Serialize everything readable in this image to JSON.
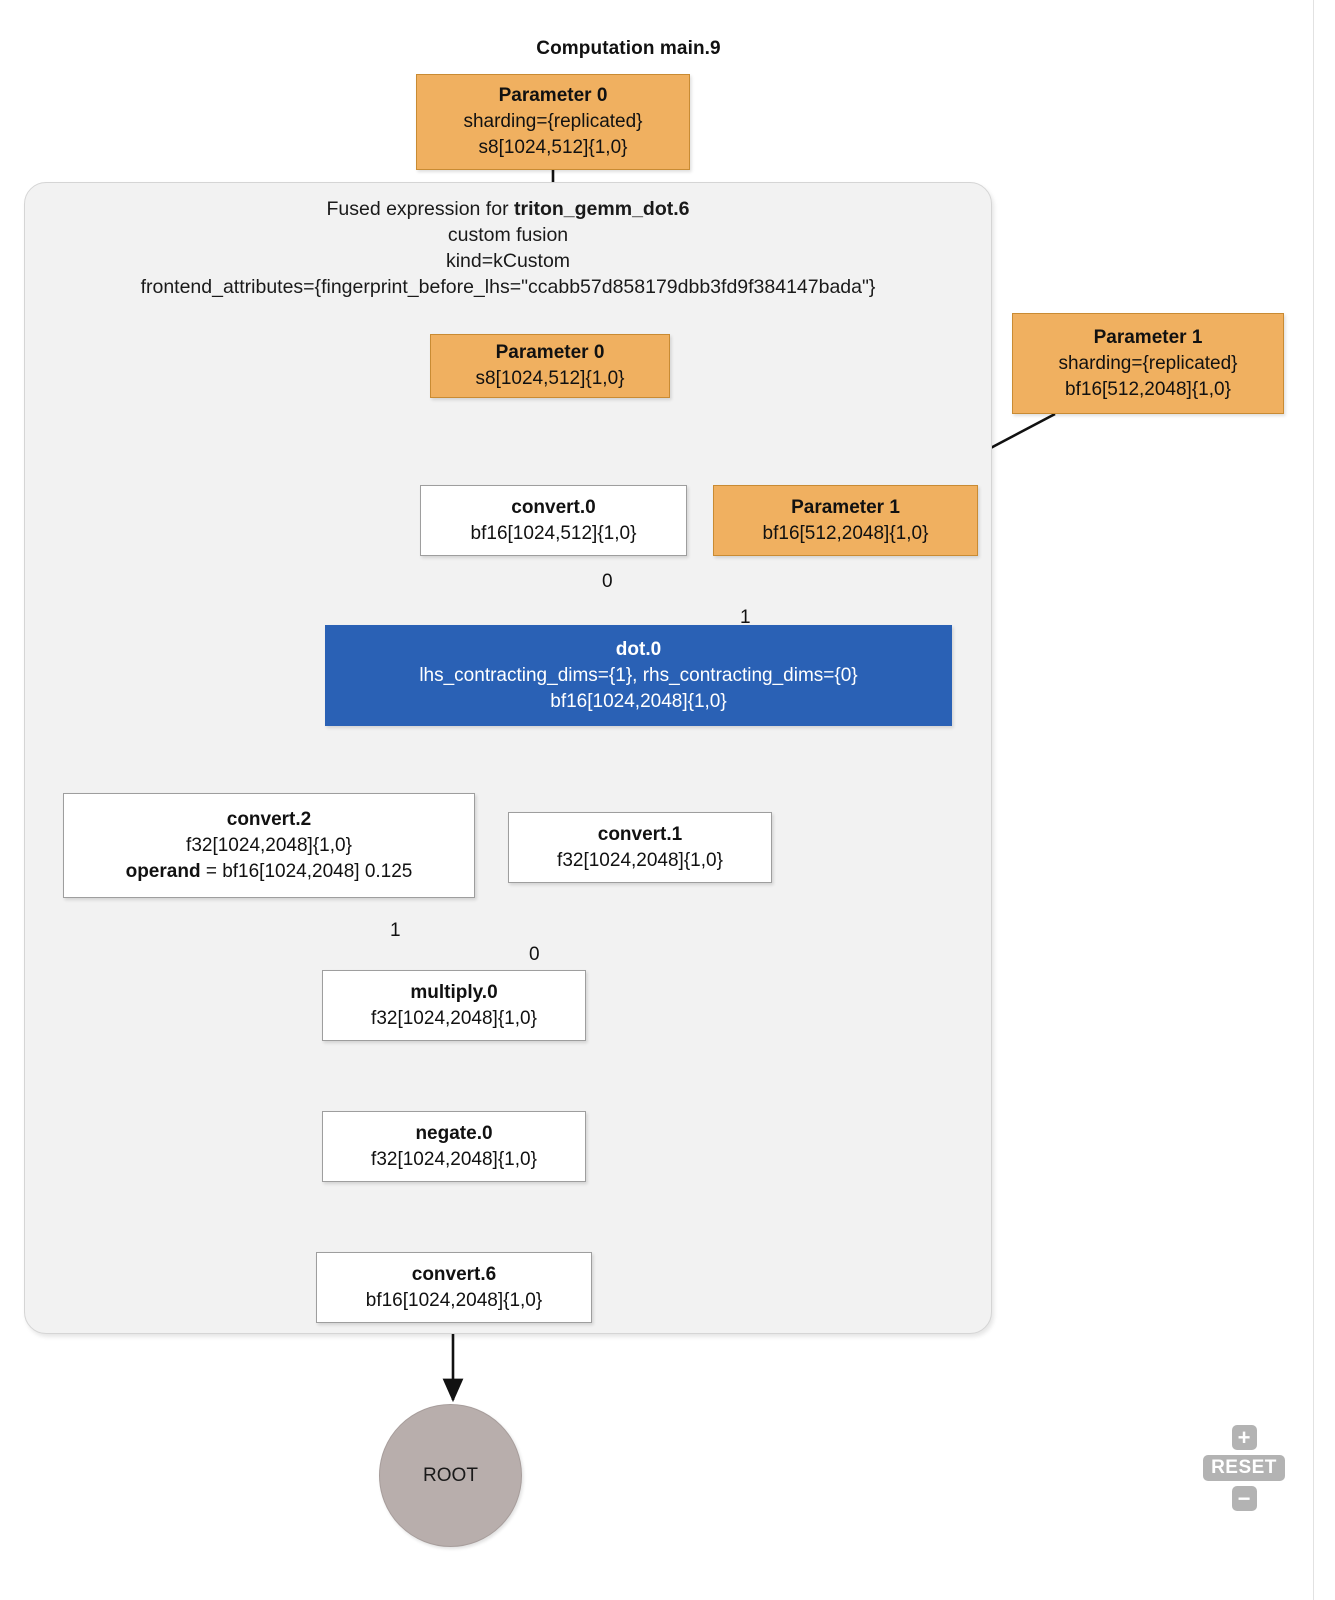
{
  "graph": {
    "title": "Computation main.9",
    "cluster": {
      "label_prefix": "Fused expression for ",
      "label_name": "triton_gemm_dot.6",
      "line2": "custom fusion",
      "line3": "kind=kCustom",
      "line4": "frontend_attributes={fingerprint_before_lhs=\"ccabb57d858179dbb3fd9f384147bada\"}"
    },
    "colors": {
      "parameter": "#f0b060",
      "dot": "#2a61b5",
      "default_node": "#ffffff",
      "cluster_bg": "#f2f2f2",
      "root": "#b8aeac"
    },
    "nodes": {
      "param0_outer": {
        "title": "Parameter 0",
        "line1": "sharding={replicated}",
        "line2": "s8[1024,512]{1,0}"
      },
      "param0_inner": {
        "title": "Parameter 0",
        "line1": "s8[1024,512]{1,0}"
      },
      "param1_outer": {
        "title": "Parameter 1",
        "line1": "sharding={replicated}",
        "line2": "bf16[512,2048]{1,0}"
      },
      "param1_inner": {
        "title": "Parameter 1",
        "line1": "bf16[512,2048]{1,0}"
      },
      "convert0": {
        "title": "convert.0",
        "line1": "bf16[1024,512]{1,0}"
      },
      "dot0": {
        "title": "dot.0",
        "line1": "lhs_contracting_dims={1}, rhs_contracting_dims={0}",
        "line2": "bf16[1024,2048]{1,0}"
      },
      "convert2": {
        "title": "convert.2",
        "line1": "f32[1024,2048]{1,0}",
        "operand_label": "operand",
        "operand_value": " = bf16[1024,2048] 0.125"
      },
      "convert1": {
        "title": "convert.1",
        "line1": "f32[1024,2048]{1,0}"
      },
      "multiply0": {
        "title": "multiply.0",
        "line1": "f32[1024,2048]{1,0}"
      },
      "negate0": {
        "title": "negate.0",
        "line1": "f32[1024,2048]{1,0}"
      },
      "convert6": {
        "title": "convert.6",
        "line1": "bf16[1024,2048]{1,0}"
      },
      "root": {
        "label": "ROOT"
      }
    },
    "edge_labels": {
      "convert0_to_dot0": "0",
      "param1_to_dot0": "1",
      "convert2_to_multiply": "1",
      "convert1_to_multiply": "0"
    }
  },
  "controls": {
    "zoom_in": "+",
    "reset": "RESET",
    "zoom_out": "−"
  }
}
